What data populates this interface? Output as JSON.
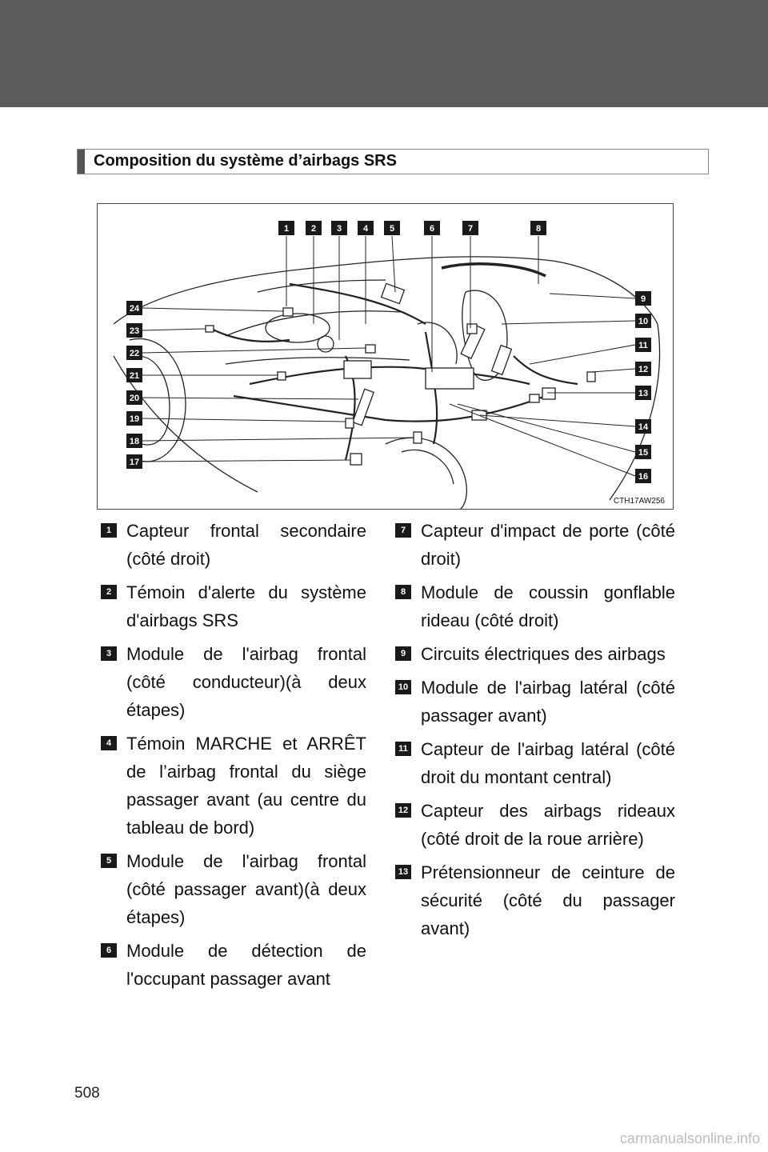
{
  "section": {
    "title": "Composition du système d’airbags SRS"
  },
  "figure": {
    "code": "CTH17AW256",
    "top_labels": [
      "1",
      "2",
      "3",
      "4",
      "5",
      "6",
      "7",
      "8"
    ],
    "right_labels": [
      "9",
      "10",
      "11",
      "12",
      "13",
      "14",
      "15",
      "16"
    ],
    "left_labels": [
      "24",
      "23",
      "22",
      "21",
      "20",
      "19",
      "18",
      "17"
    ]
  },
  "items_left": [
    {
      "number": "1",
      "text": "Capteur frontal secondaire (côté droit)"
    },
    {
      "number": "2",
      "text": "Témoin d'alerte du système d'airbags SRS"
    },
    {
      "number": "3",
      "text": "Module de l'airbag frontal (côté conducteur)(à deux étapes)"
    },
    {
      "number": "4",
      "text": "Témoin MARCHE et ARRÊT de l’airbag frontal du siège passager avant (au centre du tableau de bord)"
    },
    {
      "number": "5",
      "text": "Module de l'airbag frontal (côté passager avant)(à deux étapes)"
    },
    {
      "number": "6",
      "text": "Module de détection de l'occupant passager avant"
    }
  ],
  "items_right": [
    {
      "number": "7",
      "text": "Capteur d'impact de porte (côté droit)"
    },
    {
      "number": "8",
      "text": "Module de coussin gonflable rideau (côté droit)"
    },
    {
      "number": "9",
      "text": "Circuits électriques des airbags"
    },
    {
      "number": "10",
      "text": "Module de l'airbag latéral (côté passager avant)"
    },
    {
      "number": "11",
      "text": "Capteur de l'airbag latéral (côté droit du montant central)"
    },
    {
      "number": "12",
      "text": "Capteur des airbags rideaux (côté droit de la roue arrière)"
    },
    {
      "number": "13",
      "text": "Prétensionneur de ceinture de sécurité (côté du passager avant)"
    }
  ],
  "page_number": "508",
  "watermark": "carmanualsonline.info"
}
